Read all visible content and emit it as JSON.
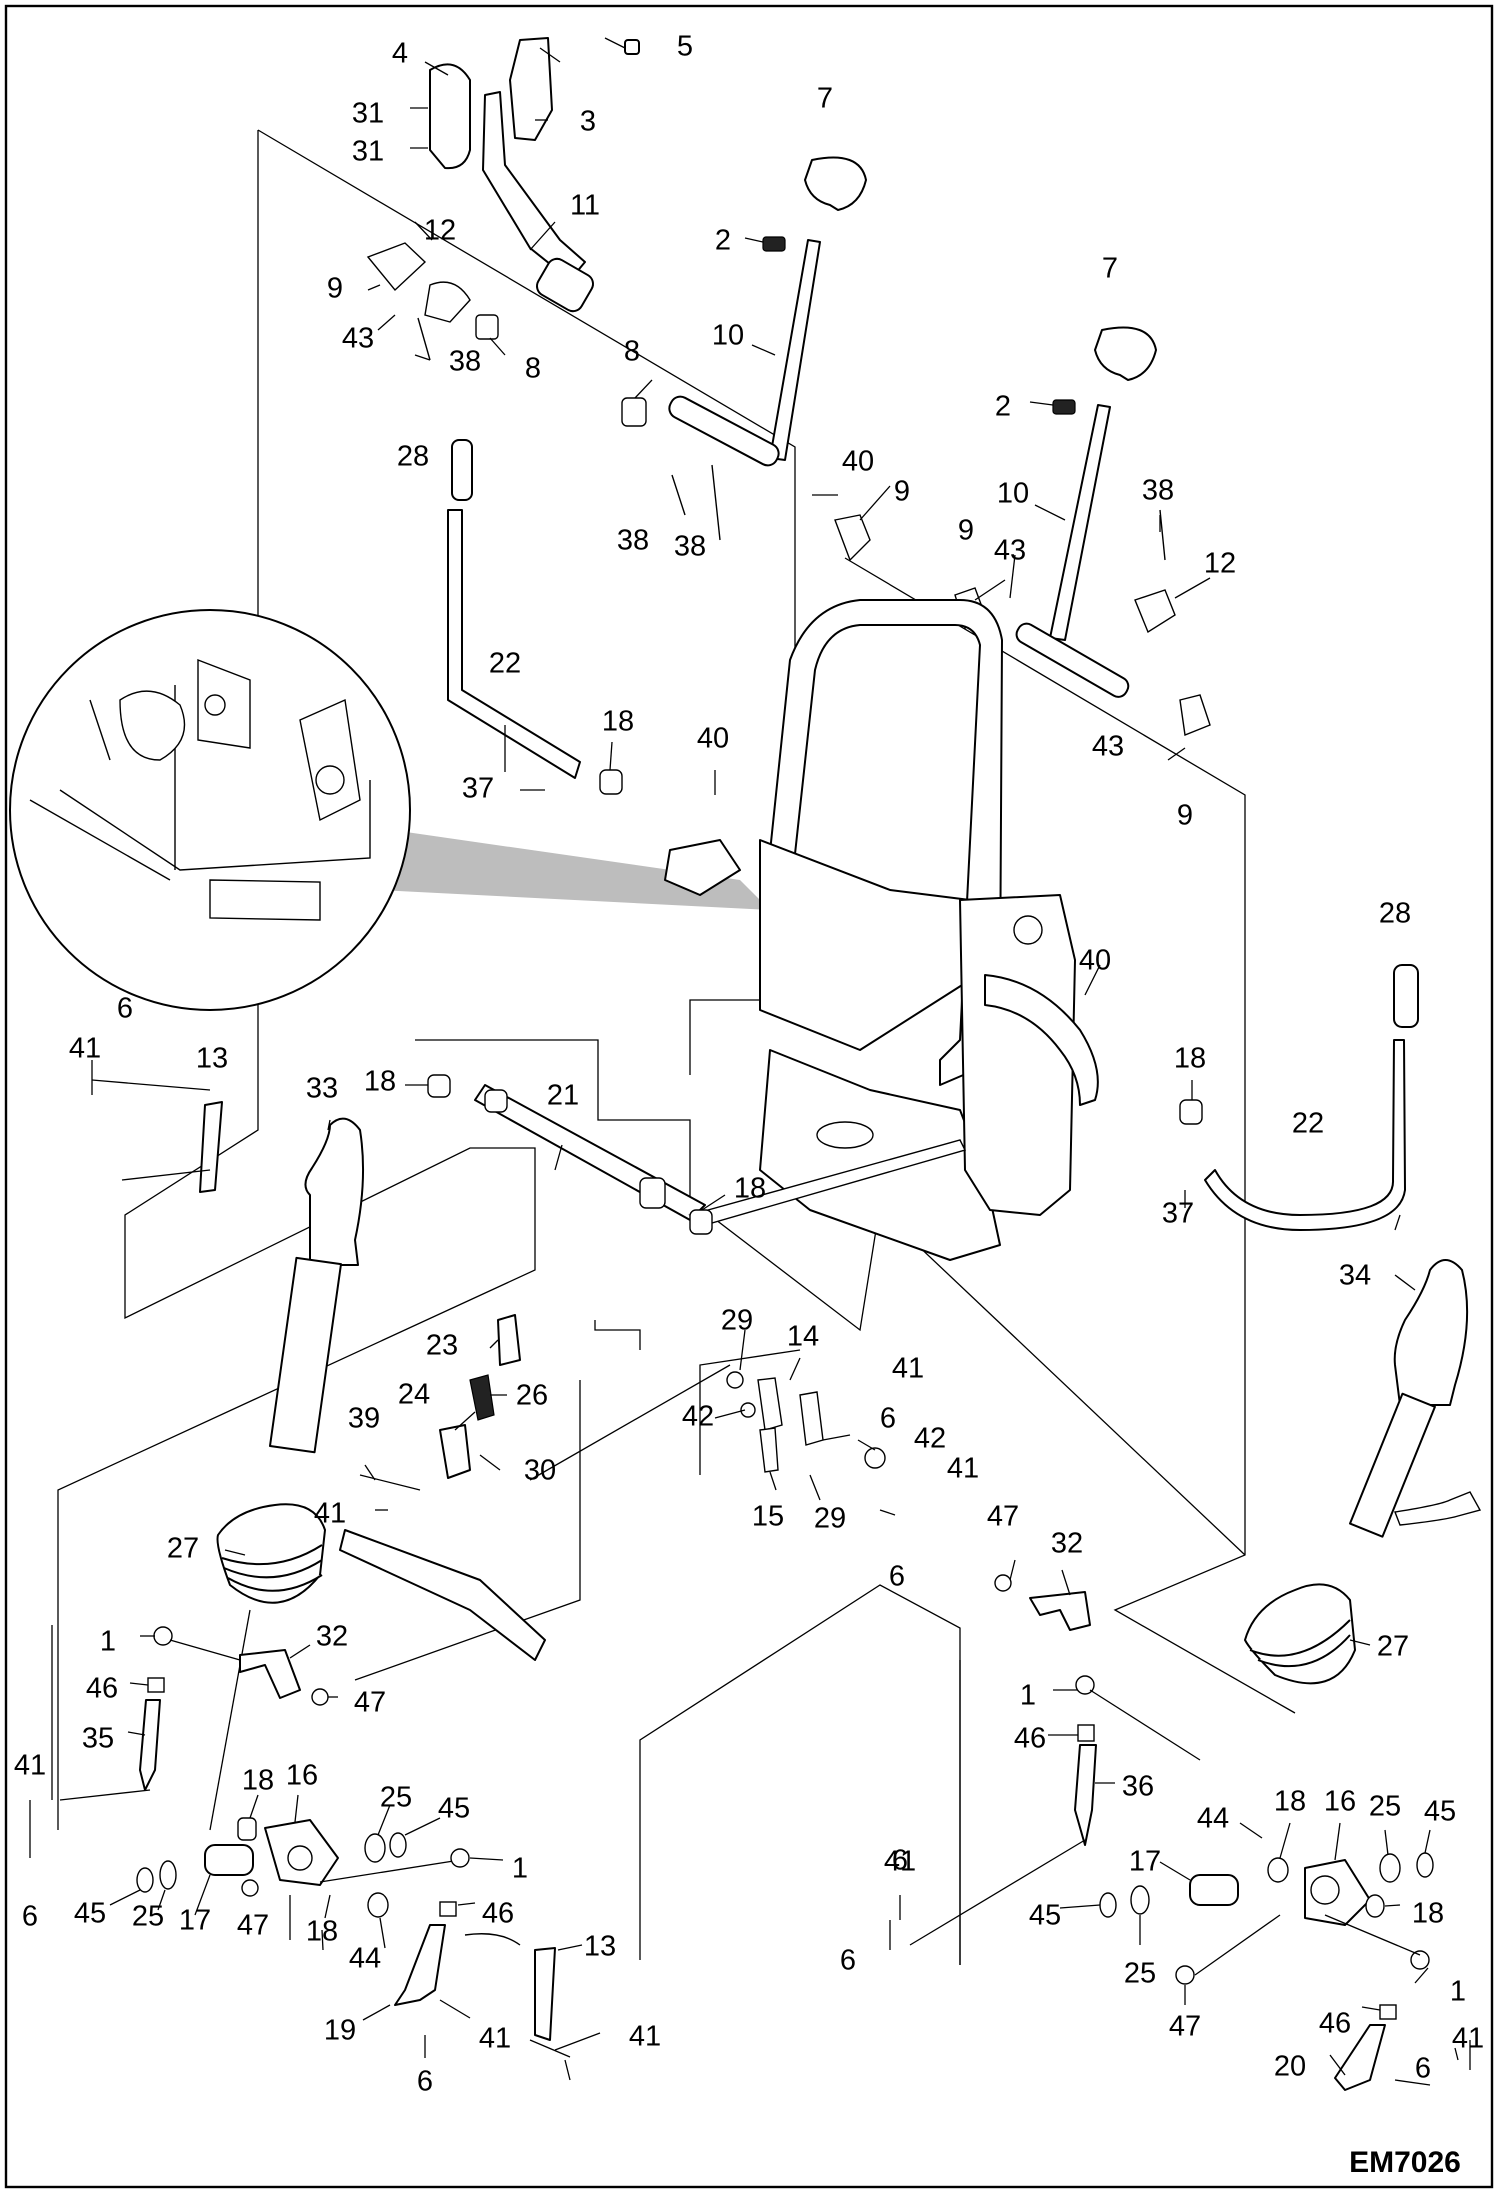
{
  "drawing_code": "EM7026",
  "callouts": [
    {
      "text": "4"
    },
    {
      "text": "5"
    },
    {
      "text": "31"
    },
    {
      "text": "3"
    },
    {
      "text": "31"
    },
    {
      "text": "7"
    },
    {
      "text": "11"
    },
    {
      "text": "12"
    },
    {
      "text": "2"
    },
    {
      "text": "9"
    },
    {
      "text": "43"
    },
    {
      "text": "38"
    },
    {
      "text": "8"
    },
    {
      "text": "10"
    },
    {
      "text": "7"
    },
    {
      "text": "8"
    },
    {
      "text": "2"
    },
    {
      "text": "28"
    },
    {
      "text": "40"
    },
    {
      "text": "9"
    },
    {
      "text": "10"
    },
    {
      "text": "38"
    },
    {
      "text": "38"
    },
    {
      "text": "38"
    },
    {
      "text": "9"
    },
    {
      "text": "43"
    },
    {
      "text": "12"
    },
    {
      "text": "22"
    },
    {
      "text": "18"
    },
    {
      "text": "40"
    },
    {
      "text": "37"
    },
    {
      "text": "43"
    },
    {
      "text": "9"
    },
    {
      "text": "28"
    },
    {
      "text": "40"
    },
    {
      "text": "6"
    },
    {
      "text": "41"
    },
    {
      "text": "13"
    },
    {
      "text": "33"
    },
    {
      "text": "18"
    },
    {
      "text": "21"
    },
    {
      "text": "18"
    },
    {
      "text": "22"
    },
    {
      "text": "37"
    },
    {
      "text": "18"
    },
    {
      "text": "34"
    },
    {
      "text": "29"
    },
    {
      "text": "14"
    },
    {
      "text": "23"
    },
    {
      "text": "41"
    },
    {
      "text": "24"
    },
    {
      "text": "26"
    },
    {
      "text": "42"
    },
    {
      "text": "6"
    },
    {
      "text": "39"
    },
    {
      "text": "42"
    },
    {
      "text": "30"
    },
    {
      "text": "41"
    },
    {
      "text": "15"
    },
    {
      "text": "29"
    },
    {
      "text": "41"
    },
    {
      "text": "47"
    },
    {
      "text": "27"
    },
    {
      "text": "32"
    },
    {
      "text": "6"
    },
    {
      "text": "27"
    },
    {
      "text": "1"
    },
    {
      "text": "32"
    },
    {
      "text": "46"
    },
    {
      "text": "47"
    },
    {
      "text": "1"
    },
    {
      "text": "35"
    },
    {
      "text": "46"
    },
    {
      "text": "41"
    },
    {
      "text": "36"
    },
    {
      "text": "18"
    },
    {
      "text": "16"
    },
    {
      "text": "25"
    },
    {
      "text": "45"
    },
    {
      "text": "44"
    },
    {
      "text": "18"
    },
    {
      "text": "16"
    },
    {
      "text": "25"
    },
    {
      "text": "45"
    },
    {
      "text": "1"
    },
    {
      "text": "6"
    },
    {
      "text": "45"
    },
    {
      "text": "25"
    },
    {
      "text": "17"
    },
    {
      "text": "47"
    },
    {
      "text": "18"
    },
    {
      "text": "44"
    },
    {
      "text": "46"
    },
    {
      "text": "17"
    },
    {
      "text": "41"
    },
    {
      "text": "13"
    },
    {
      "text": "45"
    },
    {
      "text": "18"
    },
    {
      "text": "6"
    },
    {
      "text": "25"
    },
    {
      "text": "1"
    },
    {
      "text": "47"
    },
    {
      "text": "19"
    },
    {
      "text": "41"
    },
    {
      "text": "41"
    },
    {
      "text": "46"
    },
    {
      "text": "6"
    },
    {
      "text": "41"
    },
    {
      "text": "20"
    },
    {
      "text": "6"
    },
    {
      "text": "6"
    }
  ]
}
